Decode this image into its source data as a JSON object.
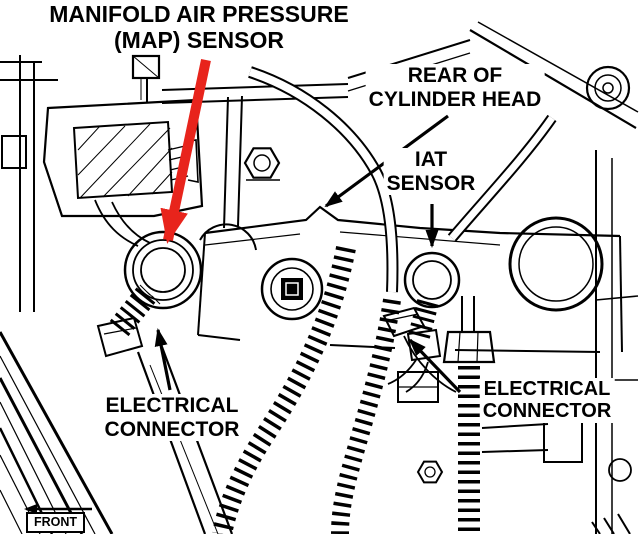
{
  "labels": {
    "map": {
      "line1": "MANIFOLD AIR PRESSURE",
      "line2": "(MAP) SENSOR"
    },
    "rear_of_cylinder_head": {
      "line1": "REAR OF",
      "line2": "CYLINDER HEAD"
    },
    "iat": {
      "line1": "IAT",
      "line2": "SENSOR"
    },
    "electrical_left": {
      "line1": "ELECTRICAL",
      "line2": "CONNECTOR"
    },
    "electrical_right": {
      "line1": "ELECTRICAL",
      "line2": "CONNECTOR"
    },
    "front": "FRONT"
  },
  "colors": {
    "arrow_red": "#e8241c",
    "line": "#000000",
    "background": "#ffffff"
  }
}
